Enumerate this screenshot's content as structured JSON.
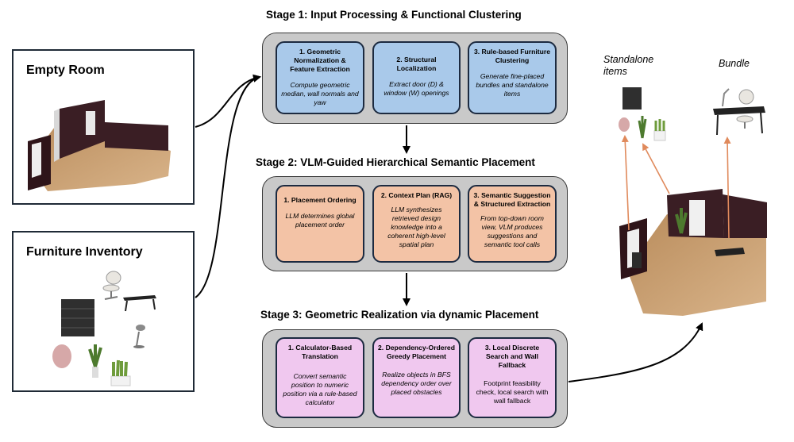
{
  "panels": {
    "empty_room": {
      "title": "Empty Room"
    },
    "furniture_inventory": {
      "title": "Furniture Inventory"
    }
  },
  "stages": [
    {
      "title": "Stage 1: Input Processing & Functional Clustering",
      "color": "#a9c9ea",
      "cards": [
        {
          "title": "1. Geometric Normalization & Feature Extraction",
          "body": "Compute geometric median, wall normals and yaw"
        },
        {
          "title": "2. Structural Localization",
          "body": "Extract door (D) & window (W) openings"
        },
        {
          "title": "3. Rule-based Furniture Clustering",
          "body": "Generate fine-placed bundles and standalone items"
        }
      ]
    },
    {
      "title": "Stage 2: VLM-Guided Hierarchical Semantic Placement",
      "color": "#f3c3a6",
      "cards": [
        {
          "title": "1. Placement Ordering",
          "body": "LLM determines global placement order"
        },
        {
          "title": "2. Context Plan (RAG)",
          "body": "LLM synthesizes retrieved design knowledge into a coherent high-level spatial plan"
        },
        {
          "title": "3. Semantic Suggestion & Structured Extraction",
          "body": "From top-down room view, VLM produces suggestions and semantic tool calls"
        }
      ]
    },
    {
      "title": "Stage 3: Geometric Realization via dynamic Placement",
      "color": "#f0c8ef",
      "cards": [
        {
          "title": "1. Calculator-Based Translation",
          "body": "Convert semantic position to numeric position via a rule-based calculator"
        },
        {
          "title": "2. Dependency-Ordered Greedy Placement",
          "body": "Realize objects in BFS dependency order over placed obstacles"
        },
        {
          "title": "3. Local Discrete Search and Wall Fallback",
          "body": "Footprint feasibility check, local search with wall fallback"
        }
      ]
    }
  ],
  "output": {
    "standalone_label": "Standalone items",
    "bundle_label": "Bundle"
  },
  "colors": {
    "arrow": "#000000",
    "pointer": "#e08a5c",
    "frame": "#1f2a36"
  }
}
